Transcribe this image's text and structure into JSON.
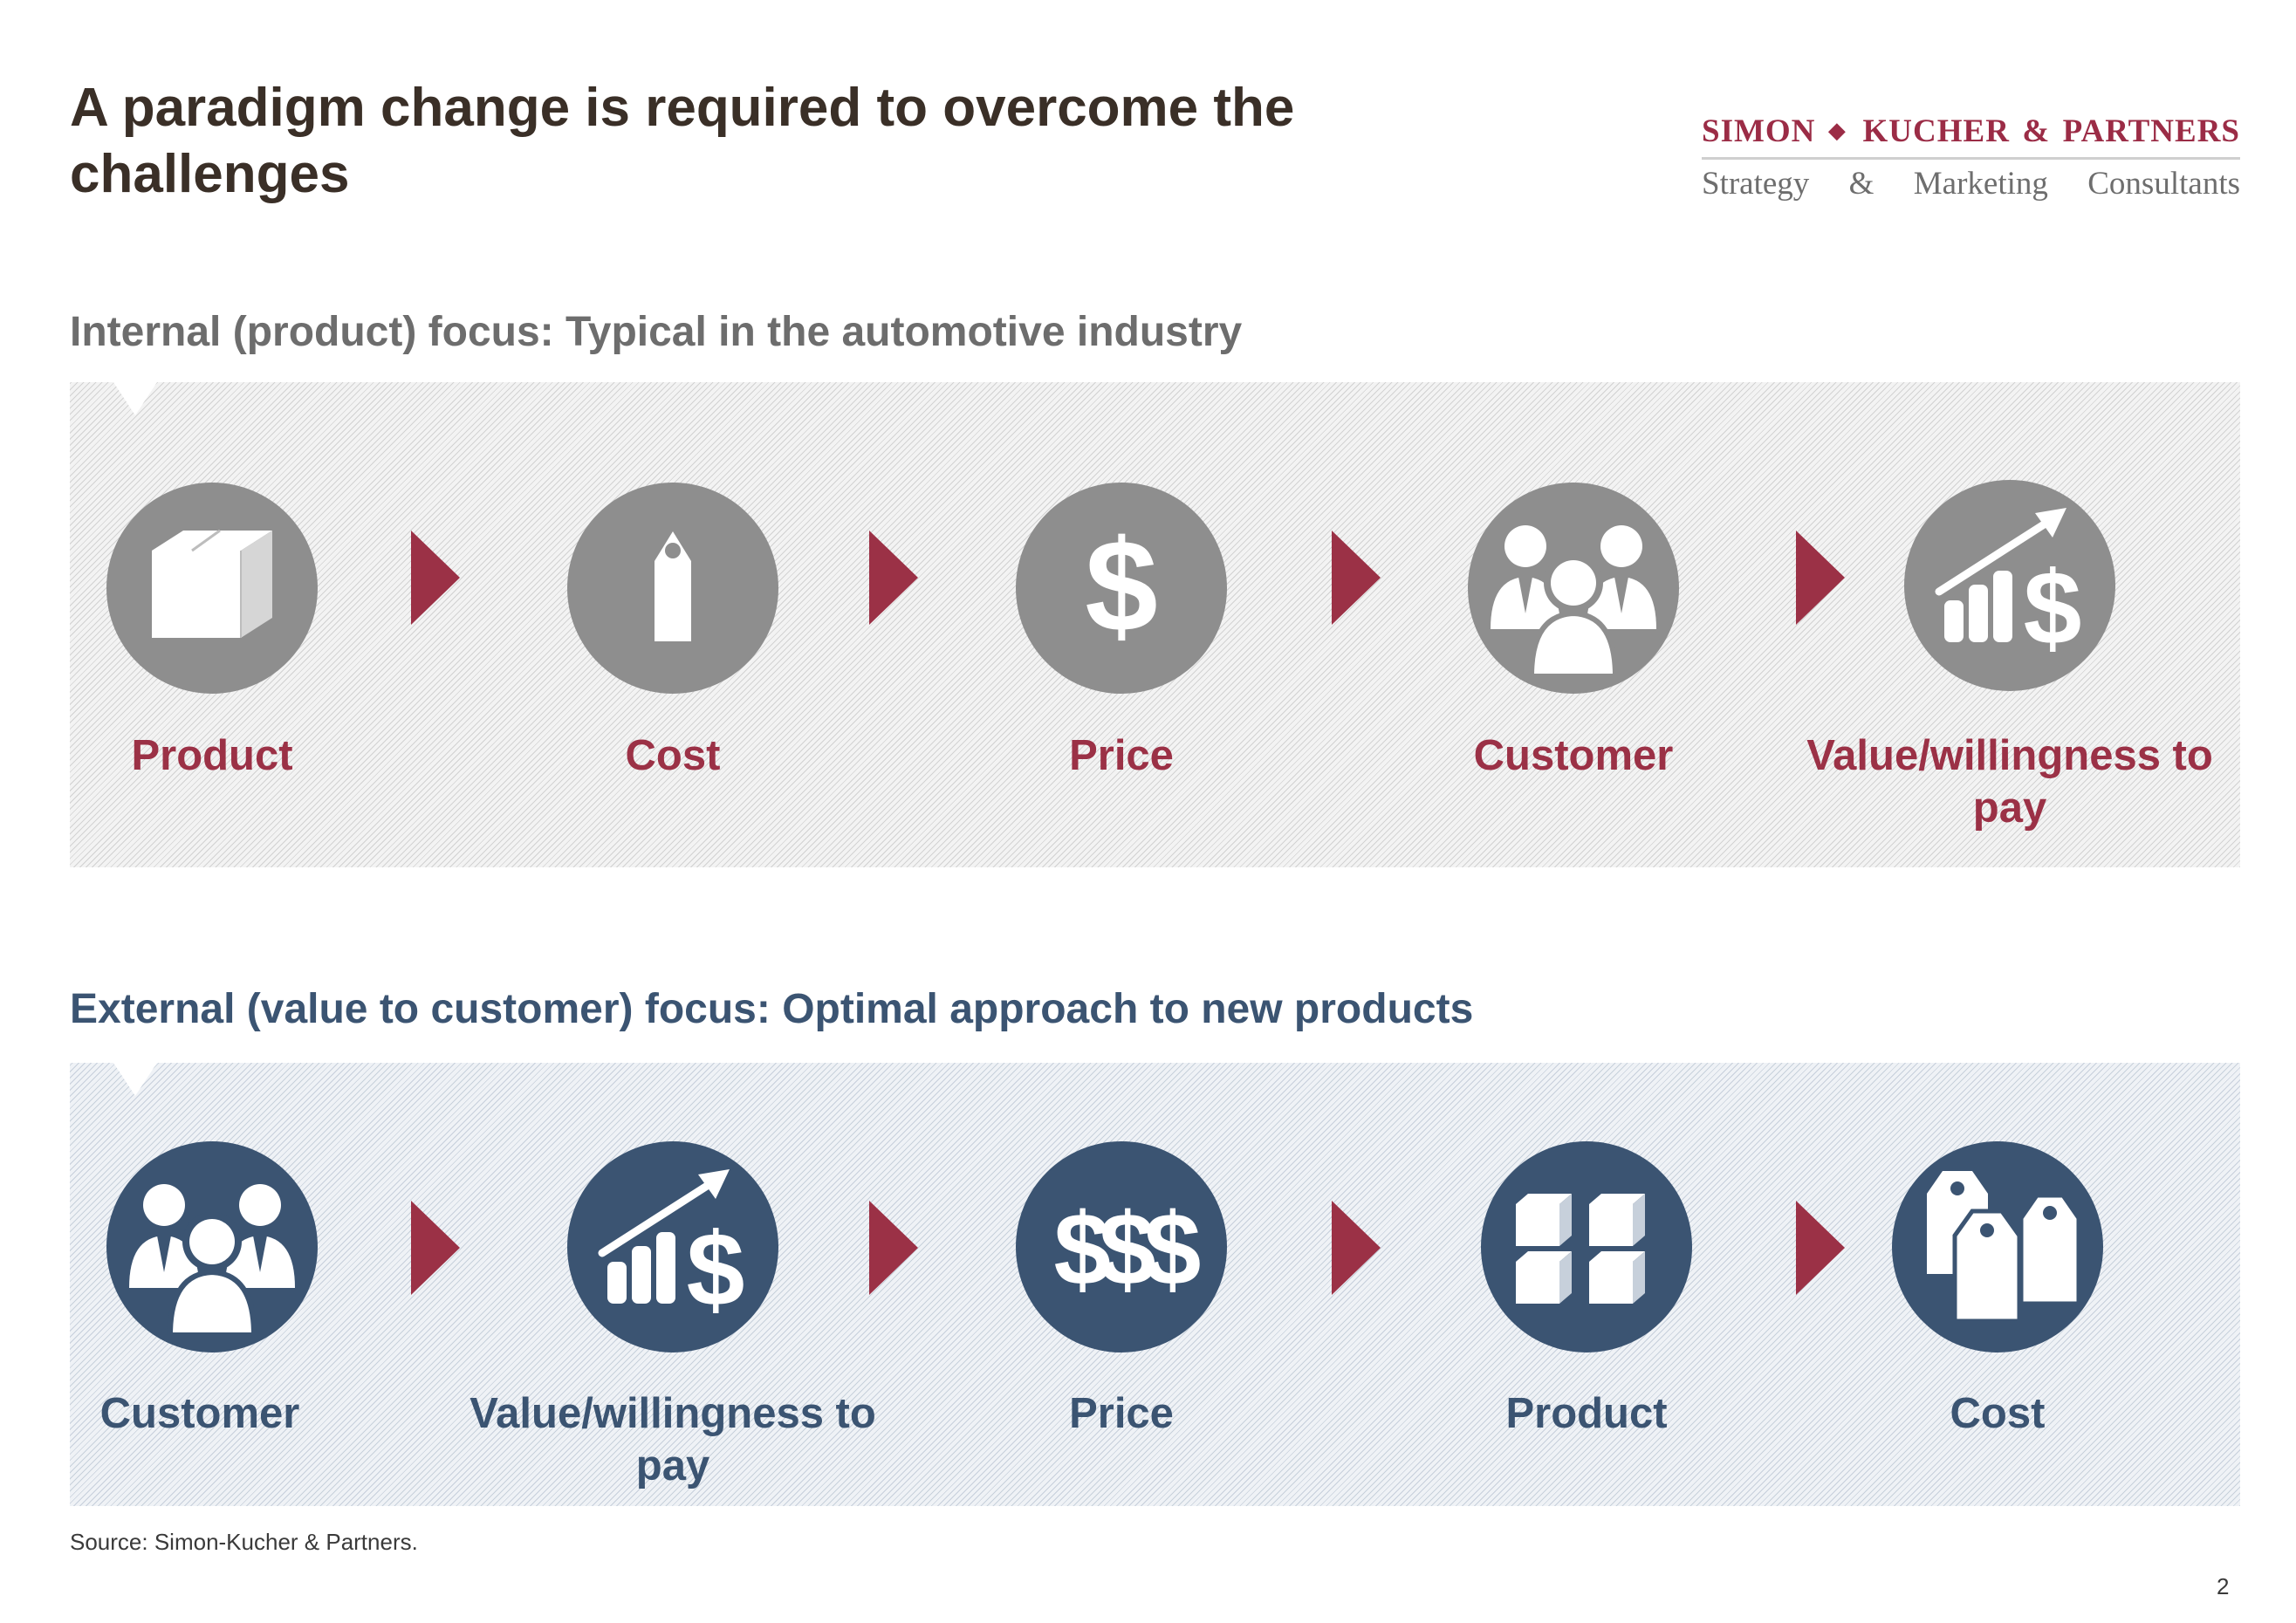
{
  "title": "A paradigm change is required to overcome the challenges",
  "logo": {
    "name_left": "SIMON",
    "separator": "◆",
    "name_right": "KUCHER & PARTNERS",
    "tagline": "Strategy & Marketing Consultants"
  },
  "internal": {
    "heading": "Internal (product) focus: Typical in the automotive industry",
    "steps": [
      {
        "label": "Product",
        "icon": "box-icon"
      },
      {
        "label": "Cost",
        "icon": "price-tag-icon"
      },
      {
        "label": "Price",
        "icon": "dollar-icon"
      },
      {
        "label": "Customer",
        "icon": "people-icon"
      },
      {
        "label": "Value/willingness to pay",
        "icon": "value-growth-icon"
      }
    ]
  },
  "external": {
    "heading": "External (value to customer) focus: Optimal approach to new products",
    "steps": [
      {
        "label": "Customer",
        "icon": "people-icon"
      },
      {
        "label": "Value/willingness to pay",
        "icon": "value-growth-icon"
      },
      {
        "label": "Price",
        "icon": "triple-dollar-icon"
      },
      {
        "label": "Product",
        "icon": "boxes-icon"
      },
      {
        "label": "Cost",
        "icon": "price-tags-icon"
      }
    ]
  },
  "colors": {
    "accent_red": "#9b3146",
    "navy": "#3b5472",
    "gray_circle": "#8e8e8e"
  },
  "source": "Source: Simon-Kucher & Partners.",
  "page_number": "2"
}
